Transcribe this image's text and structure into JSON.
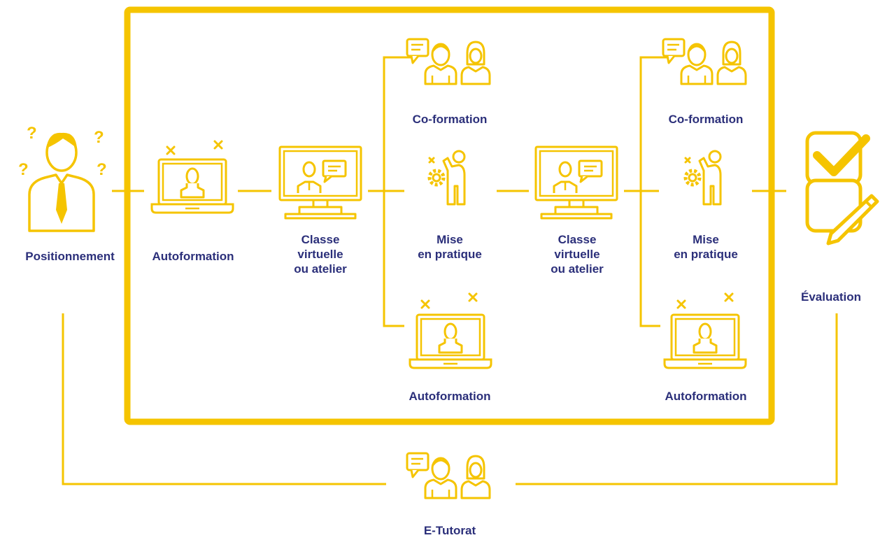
{
  "colors": {
    "accent": "#f5c400",
    "text": "#2b2f7a",
    "background": "#ffffff"
  },
  "labels": {
    "positionnement": "Positionnement",
    "autoformation": "Autoformation",
    "classe_virtuelle": [
      "Classe",
      "virtuelle",
      "ou atelier"
    ],
    "mise_en_pratique": [
      "Mise",
      "en pratique"
    ],
    "co_formation": "Co-formation",
    "evaluation": "Évaluation",
    "e_tutorat": "E-Tutorat"
  },
  "icons": {
    "positionnement": "confused-person-icon",
    "autoformation": "laptop-user-icon",
    "classe_virtuelle": "monitor-presenter-icon",
    "co_formation": "chat-people-icon",
    "mise_en_pratique": "person-gear-icon",
    "evaluation": "checklist-icon",
    "e_tutorat": "chat-people-icon"
  }
}
